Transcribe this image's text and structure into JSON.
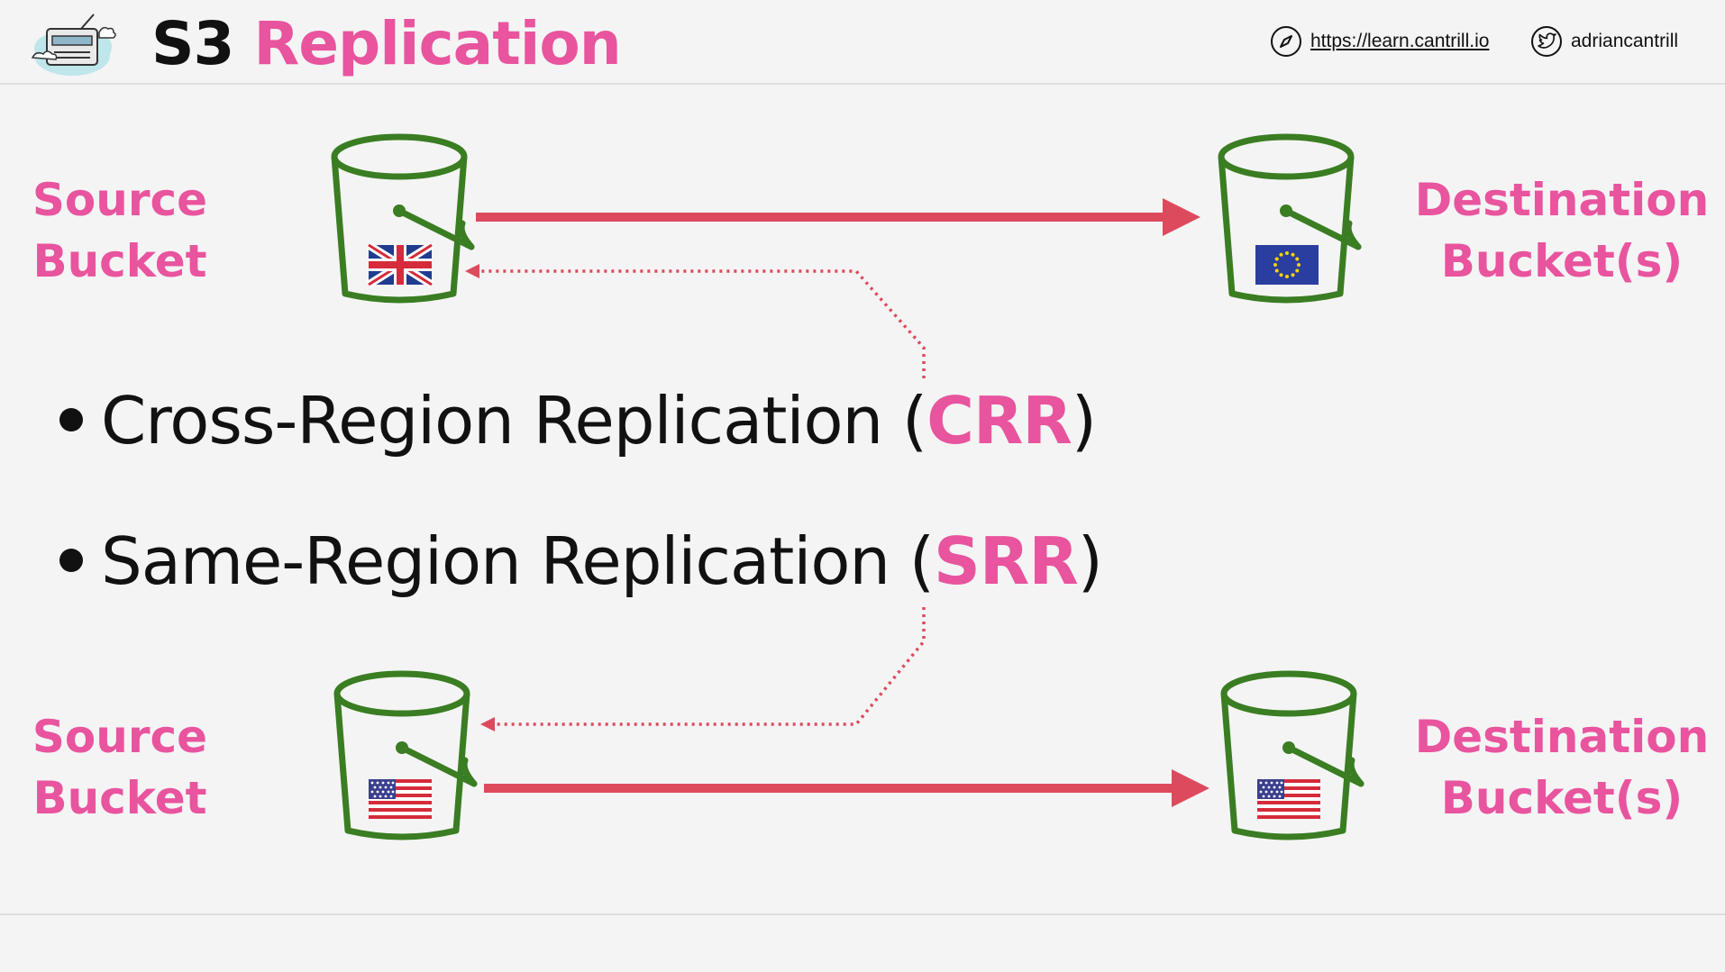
{
  "header": {
    "title_prefix": "S3",
    "title_highlight": "Replication",
    "website_url": "https://learn.cantrill.io",
    "twitter_handle": "adriancantrill"
  },
  "labels": {
    "source_top": [
      "Source",
      "Bucket"
    ],
    "destination_top": [
      "Destination",
      "Bucket(s)"
    ],
    "source_bottom": [
      "Source",
      "Bucket"
    ],
    "destination_bottom": [
      "Destination",
      "Bucket(s)"
    ]
  },
  "bullets": [
    {
      "text": "Cross-Region Replication (",
      "acronym": "CRR",
      "close": ")"
    },
    {
      "text": "Same-Region Replication (",
      "acronym": "SRR",
      "close": ")"
    }
  ],
  "colors": {
    "accent_pink": "#e8549e",
    "arrow_red": "#dd4a5d",
    "bucket_green": "#3a7d22"
  },
  "buckets": {
    "source_top_flag": "uk-flag-icon",
    "destination_top_flag": "eu-flag-icon",
    "source_bottom_flag": "us-flag-icon",
    "destination_bottom_flag": "us-flag-icon"
  }
}
